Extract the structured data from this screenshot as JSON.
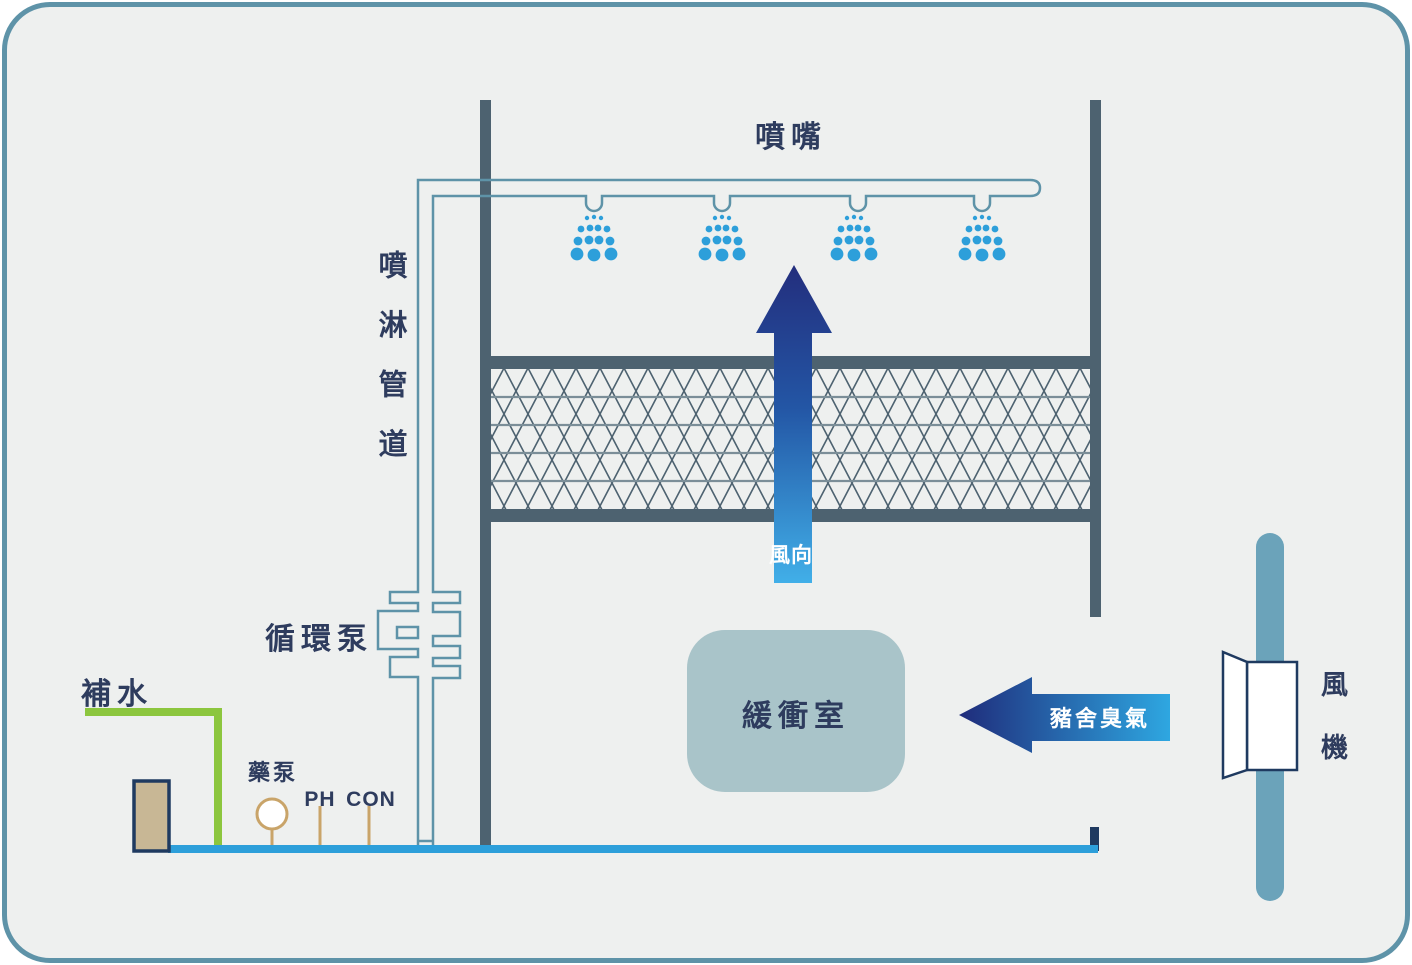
{
  "labels": {
    "nozzle": "噴嘴",
    "spray_pipe": "噴淋管道",
    "circulation_pump": "循環泵",
    "makeup_water": "補水",
    "chemical_pump": "藥泵",
    "ph": "PH",
    "con": "CON",
    "wind_direction": "風向",
    "buffer_room": "緩衝室",
    "pig_house_odor": "豬舍臭氣",
    "fan": "風機"
  },
  "colors": {
    "card_background": "#eef0ef",
    "card_border": "#5e93a8",
    "wall_slate": "#4d6270",
    "pipe_outline_teal": "#5e93a8",
    "water_blue": "#2d9fda",
    "up_arrow_gradient_top": "#232e7d",
    "up_arrow_gradient_bottom": "#41afe8",
    "odor_arrow_gradient_left": "#1f2c7b",
    "odor_arrow_gradient_right": "#2ea7e1",
    "buffer_room_fill": "#a9c4c9",
    "fan_bar_fill": "#6ba3ba",
    "makeup_water_green": "#8cc63e",
    "tank_fill": "#c8b795",
    "chemical_accent": "#c9a469",
    "text_navy": "#2e3c5e"
  }
}
